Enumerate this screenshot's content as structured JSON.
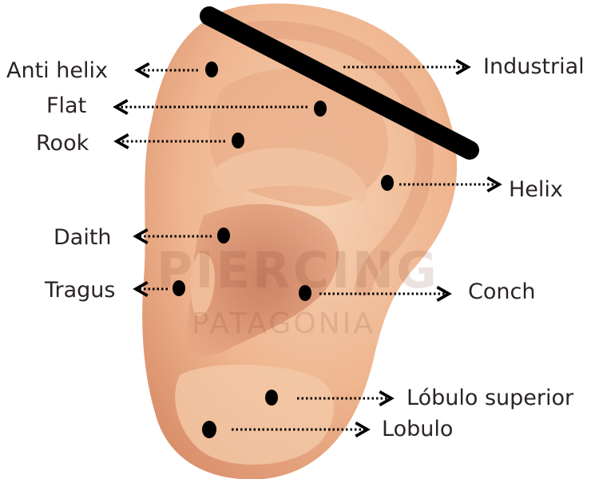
{
  "colors": {
    "skin_light": "#f4c9a8",
    "skin_mid": "#e7a07c",
    "skin_dark": "#b8684a",
    "marker": "#000000",
    "label_text": "#2a2523"
  },
  "watermark": {
    "line1": "PIERCING",
    "line2": "PATAGONIA"
  },
  "labels": {
    "anti_helix": "Anti helix",
    "flat": "Flat",
    "rook": "Rook",
    "daith": "Daith",
    "tragus": "Tragus",
    "industrial": "Industrial",
    "helix": "Helix",
    "conch": "Conch",
    "lobulo_superior": "Lóbulo superior",
    "lobulo": "Lobulo"
  }
}
